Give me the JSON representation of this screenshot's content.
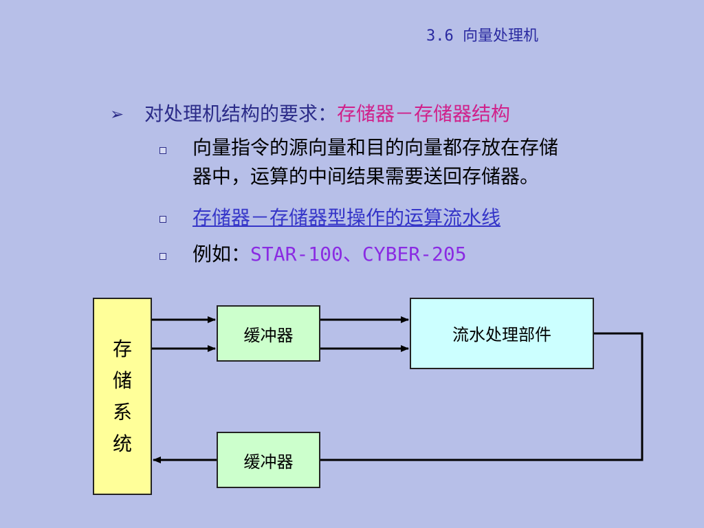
{
  "header": {
    "section_title": "3.6 向量处理机"
  },
  "main_bullet": {
    "prefix": "对处理机结构的要求：",
    "highlight": "存储器－存储器结构"
  },
  "sub_bullets": [
    {
      "line1": "向量指令的源向量和目的向量都存放在存储",
      "line2": "器中，运算的中间结果需要送回存储器。"
    },
    {
      "text": "存储器－存储器型操作的运算流水线"
    },
    {
      "prefix": "例如：",
      "value": "STAR-100、CYBER-205"
    }
  ],
  "diagram": {
    "storage_chars": [
      "存",
      "储",
      "系",
      "统"
    ],
    "buffer_top": "缓冲器",
    "buffer_bottom": "缓冲器",
    "pipeline_unit": "流水处理部件"
  },
  "colors": {
    "background": "#b7bfe8",
    "highlight": "#d0208a",
    "link": "#3535c8",
    "example": "#8a2be2",
    "storage_fill": "#ffff99",
    "buffer_fill": "#ccffcc",
    "pipeline_fill": "#ccffff"
  }
}
